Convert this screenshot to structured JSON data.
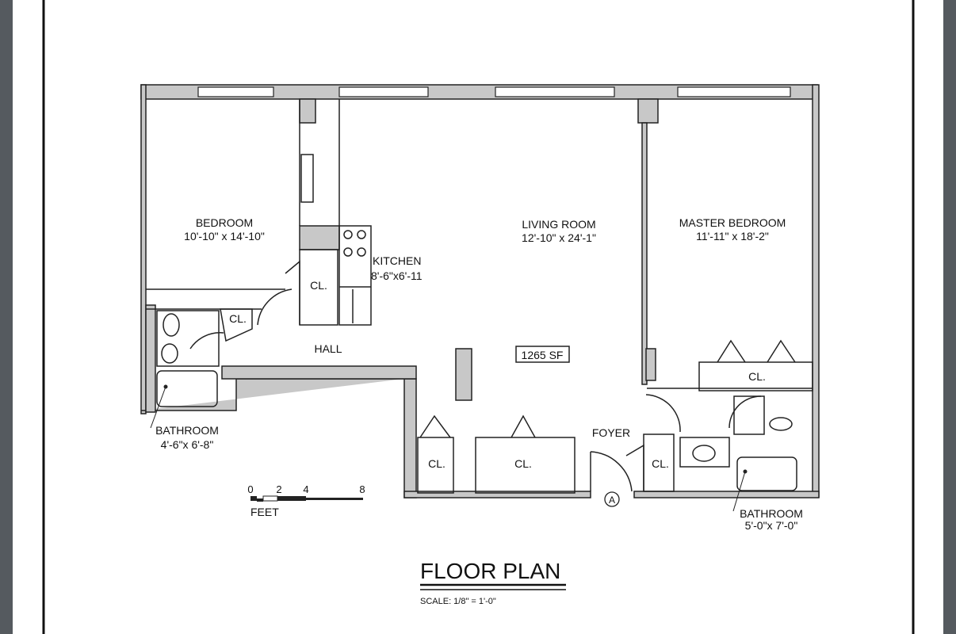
{
  "rooms": {
    "bedroom": {
      "name": "BEDROOM",
      "size": "10'-10\" x 14'-10\""
    },
    "living_room": {
      "name": "LIVING ROOM",
      "size": "12'-10\" x 24'-1\""
    },
    "master_bedroom": {
      "name": "MASTER BEDROOM",
      "size": "11'-11\" x 18'-2\""
    },
    "kitchen": {
      "name": "KITCHEN",
      "size": "8'-6\"x6'-11"
    },
    "hall": {
      "name": "HALL"
    },
    "foyer": {
      "name": "FOYER"
    },
    "bathroom_left": {
      "name": "BATHROOM",
      "size": "4'-6\"x 6'-8\""
    },
    "bathroom_right": {
      "name": "BATHROOM",
      "size": "5'-0\"x 7'-0\""
    }
  },
  "closet_label": "CL.",
  "area_label": "1265 SF",
  "entry_marker": "A",
  "scale_bar": {
    "ticks": [
      "0",
      "2",
      "4",
      "8"
    ],
    "unit": "FEET"
  },
  "title": "FLOOR PLAN",
  "scale_text": "SCALE: 1/8\" = 1'-0\"",
  "colors": {
    "wall": "#c8c8c8",
    "line": "#222222",
    "frame": "#111111",
    "side_bar": "#555a5f"
  }
}
